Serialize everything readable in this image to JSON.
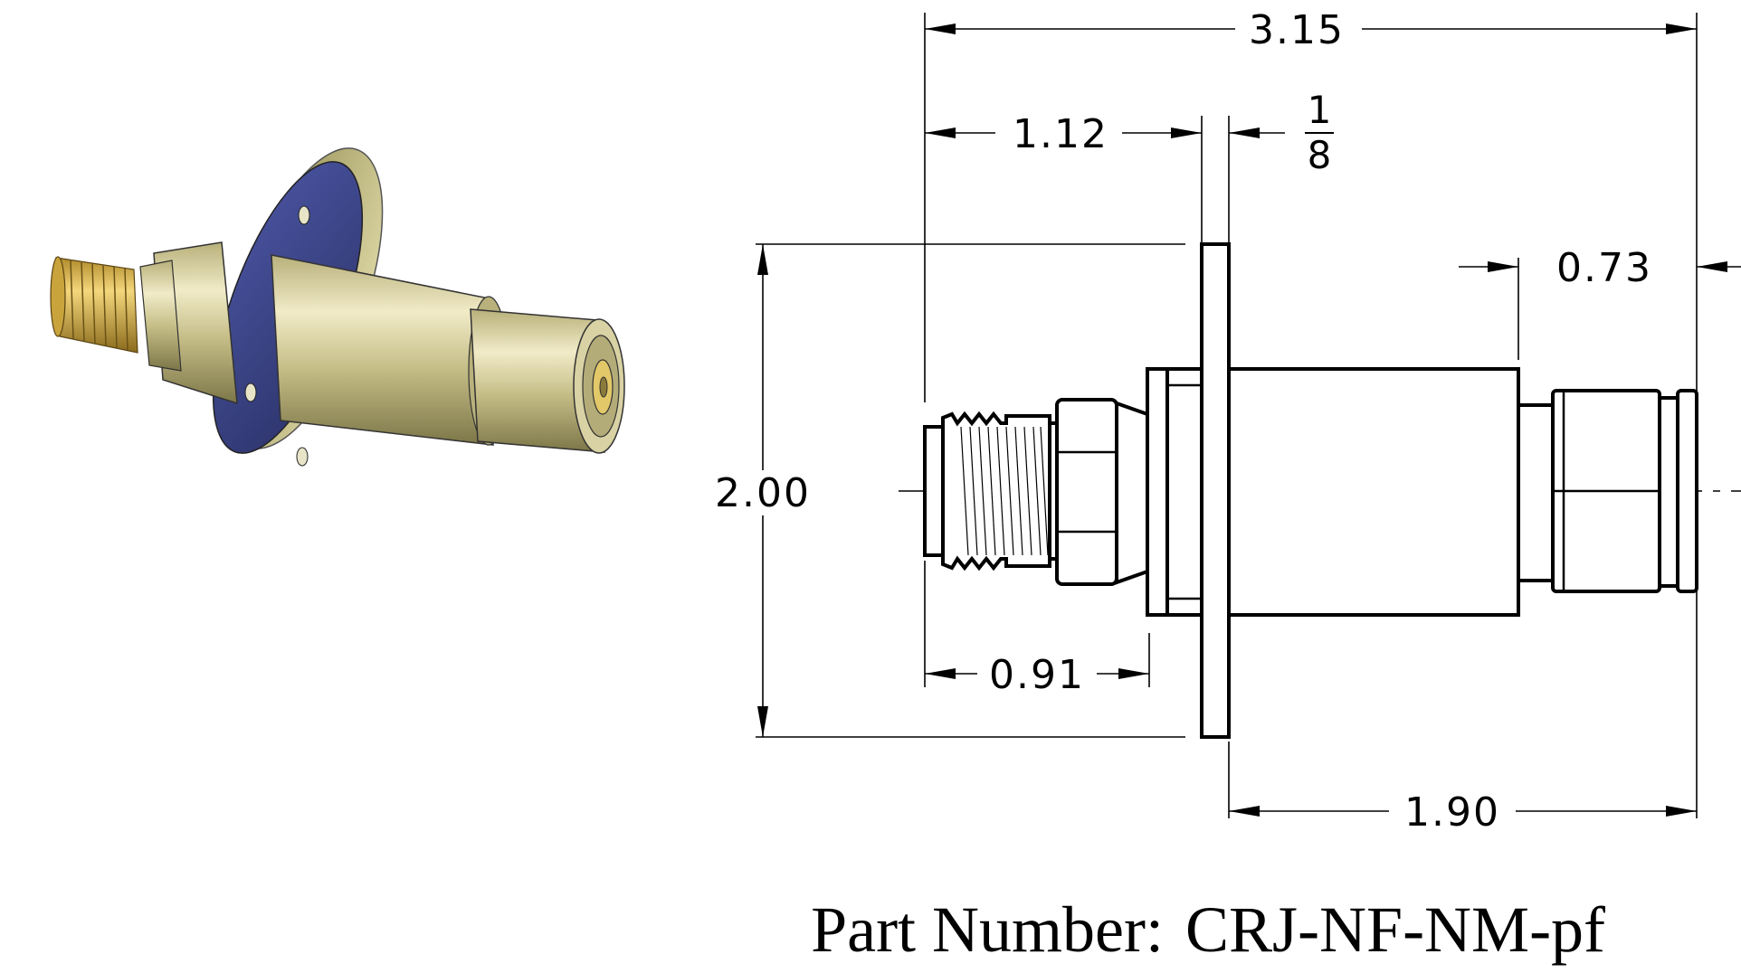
{
  "dimensions": {
    "overall_length": "3.15",
    "female_to_flange": "1.12",
    "flange_thickness_num": "1",
    "flange_thickness_den": "8",
    "male_nut_length": "0.73",
    "flange_height": "2.00",
    "female_body_length": "0.91",
    "flange_to_end": "1.90"
  },
  "part_number": {
    "label": "Part Number:",
    "value": "CRJ-NF-NM-pf"
  },
  "render_colors": {
    "body_gold": "#c9c184",
    "body_highlight": "#f2ecc4",
    "body_shadow": "#8a8450",
    "flange_face": "#3c4586",
    "flange_edge": "#b6ad6c",
    "thread_gold": "#d8b24a"
  }
}
